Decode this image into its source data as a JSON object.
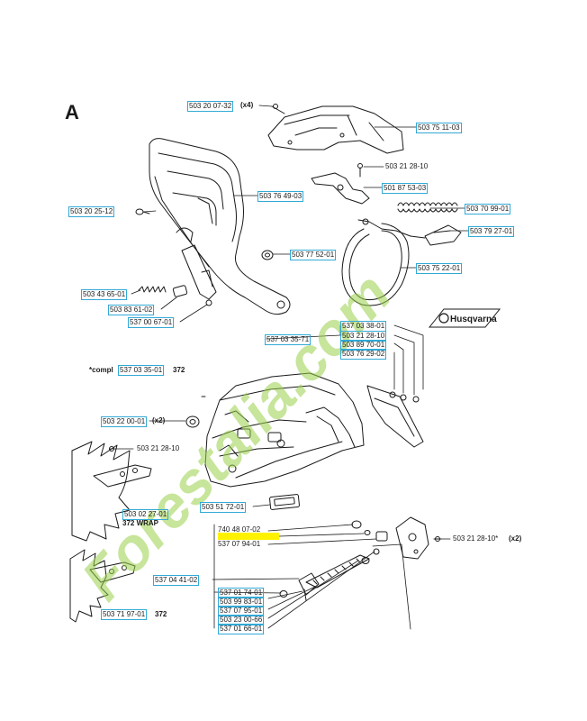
{
  "section_letter": "A",
  "labels": {
    "p1": "503 20 07-32",
    "p2": "503 75 11-03",
    "p3": "503 21 28-10",
    "p4": "501 87 53-03",
    "p5": "503 20 25-12",
    "p6": "503 76 49-03",
    "p7": "503 70 99-01",
    "p8": "503 79 27-01",
    "p9": "503 77 52-01",
    "p10": "503 75 22-01",
    "p11": "503 43 65-01",
    "p12": "503 83 61-02",
    "p13": "537 00 67-01",
    "p14": "537 03 35-71",
    "p15": "537 03 38-01",
    "p16": "503 21 28-10",
    "p17": "503 89 70-01",
    "p18": "503 76 29-02",
    "p19": "537 03 35-01",
    "p20": "503 22 00-01",
    "p21": "503 21 28-10",
    "p22": "503 02 27-01",
    "p23": "503 51 72-01",
    "p24": "740 48 07-02",
    "p25": "537 07 94-01",
    "p26": "503 21 28-10*",
    "p27": "537 04 41-02",
    "p28": "537 01 74-01",
    "p29": "503 99 83-01",
    "p30": "537 07 95-01",
    "p31": "503 23 00-66",
    "p32": "537 01 66-01",
    "p33": "503 71 97-01"
  },
  "multipliers": {
    "m1": "(x4)",
    "m2": "(x2)",
    "m3": "(x2)"
  },
  "notes": {
    "compl_prefix": "*compl",
    "compl_suffix": "372",
    "wrap": "372 WRAP",
    "model": "372"
  },
  "logo_text": "Husqvarna",
  "watermark_text": "Forestalia.com",
  "colors": {
    "line": "#1a1a1a",
    "box": "#32a9d6",
    "highlight": "#fff200",
    "watermark_green": "#9ad04a",
    "watermark_tan": "#c9b39a"
  }
}
